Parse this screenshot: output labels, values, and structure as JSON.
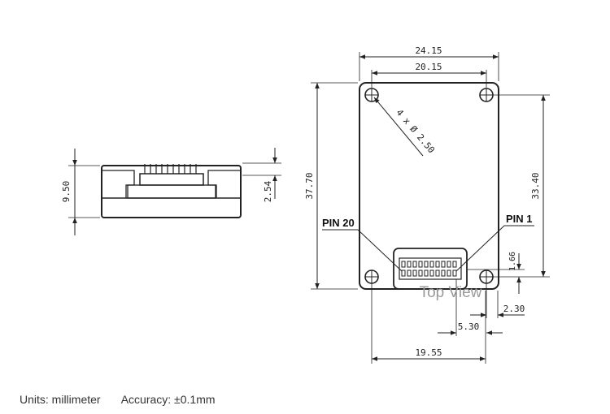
{
  "side_view": {
    "height_dim": "9.50",
    "pitch_dim": "2.54"
  },
  "top_view": {
    "width_outer_dim": "24.15",
    "width_hole_dim": "20.15",
    "height_outer_dim": "37.70",
    "height_hole_dim": "33.40",
    "hole_callout": "4 x Ø 2.50",
    "pin20_label": "PIN 20",
    "pin1_label": "PIN 1",
    "connector_offset_dim": "1.66",
    "pin_offset_dim": "2.30",
    "connector_width_dim": "5.30",
    "hole_span_dim": "19.55",
    "view_label": "Top View"
  },
  "footer": {
    "units": "Units: millimeter",
    "accuracy": "Accuracy: ±0.1mm"
  }
}
